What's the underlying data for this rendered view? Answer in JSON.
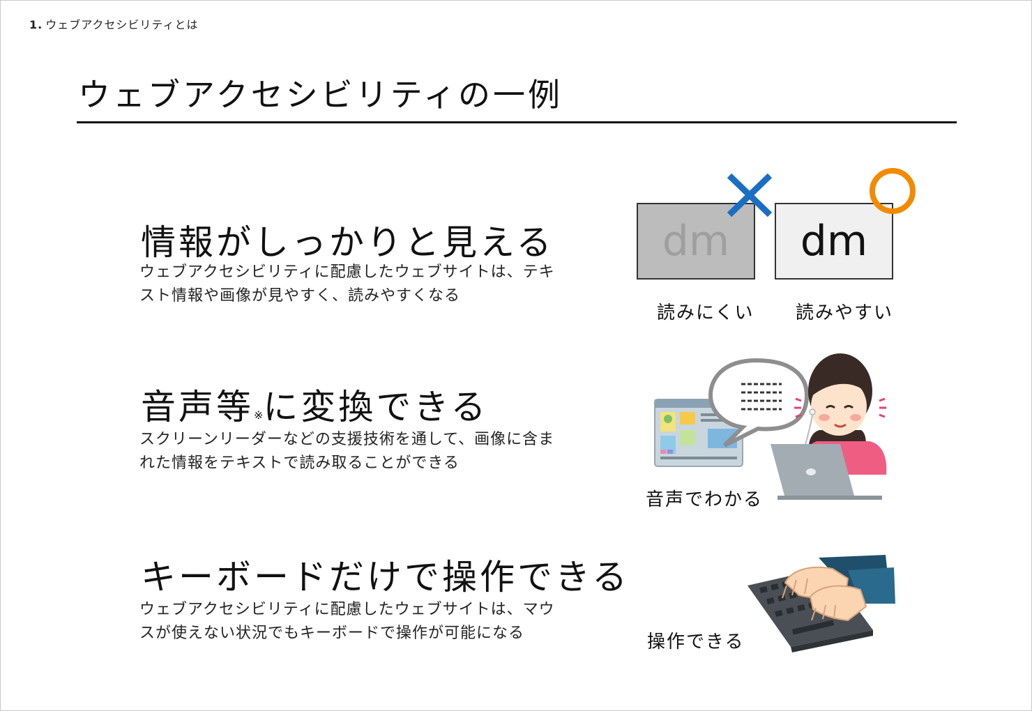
{
  "breadcrumb": {
    "number": "1.",
    "text": "ウェブアクセシビリティとは"
  },
  "page_title": "ウェブアクセシビリティの一例",
  "sections": [
    {
      "heading": "情報がしっかりと見える",
      "description": [
        "ウェブアクセシビリティに配慮したウェブサイトは、テキ",
        "スト情報や画像が見やすく、読みやすくなる"
      ],
      "samples": [
        {
          "text": "dm",
          "caption": "読みにくい",
          "mark": "cross-mark-icon"
        },
        {
          "text": "dm",
          "caption": "読みやすい",
          "mark": "circle-mark-icon"
        }
      ]
    },
    {
      "heading": "音声等",
      "heading_note": "※",
      "heading_rest": "に変換できる",
      "description": [
        "スクリーンリーダーなどの支援技術を通して、画像に含ま",
        "れた情報をテキストで読み取ることができる"
      ],
      "caption": "音声でわかる"
    },
    {
      "heading": "キーボードだけで操作できる",
      "description": [
        "ウェブアクセシビリティに配慮したウェブサイトは、マウ",
        "スが使えない状況でもキーボードで操作が可能になる"
      ],
      "caption": "操作できる"
    }
  ],
  "colors": {
    "cross": "#1a6fc4",
    "circle": "#f28a00",
    "rule": "#111111"
  }
}
